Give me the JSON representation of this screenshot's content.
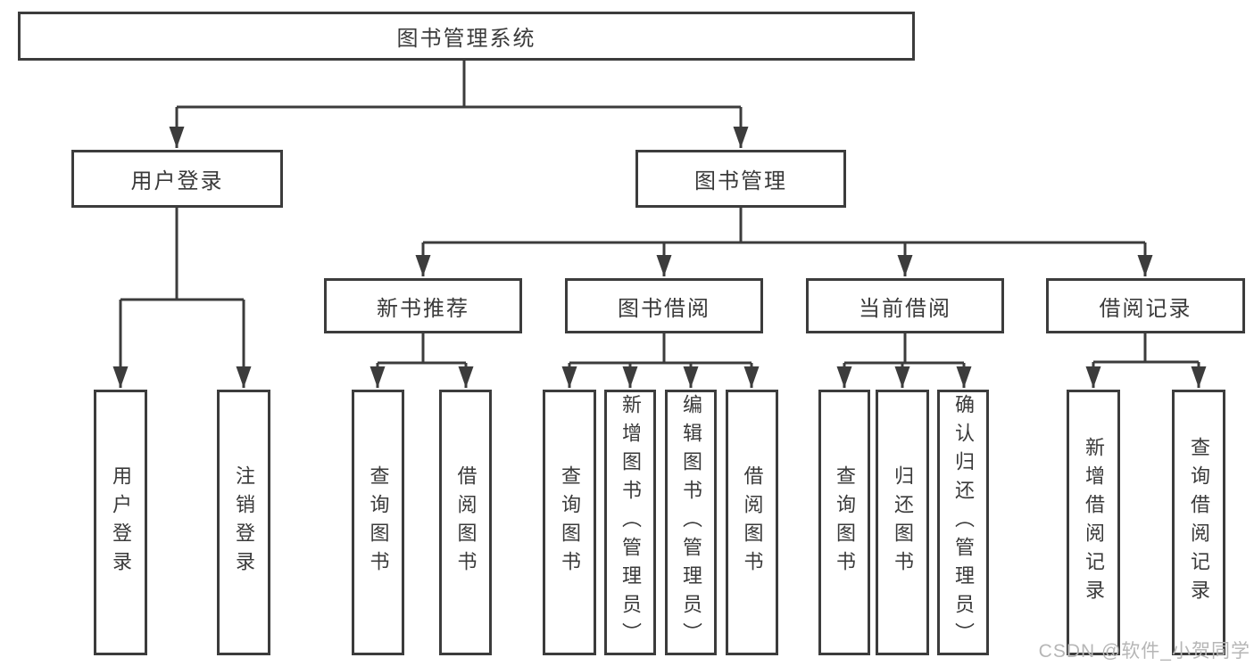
{
  "diagram": {
    "type": "tree",
    "root": {
      "label": "图书管理系统"
    },
    "login_branch": {
      "label": "用户登录",
      "children": [
        "用户登录",
        "注销登录"
      ]
    },
    "management_branch": {
      "label": "图书管理",
      "groups": [
        {
          "label": "新书推荐",
          "children": [
            "查询图书",
            "借阅图书"
          ]
        },
        {
          "label": "图书借阅",
          "children": [
            "查询图书",
            "新增图书（管理员）",
            "编辑图书（管理员）",
            "借阅图书"
          ]
        },
        {
          "label": "当前借阅",
          "children": [
            "查询图书",
            "归还图书",
            "确认归还（管理员）"
          ]
        },
        {
          "label": "借阅记录",
          "children": [
            "新增借阅记录",
            "查询借阅记录"
          ]
        }
      ]
    }
  },
  "watermark": {
    "text": "CSDN @软件_小贺同学"
  },
  "colors": {
    "line": "#3c3c3c",
    "box_border": "#3c3c3c",
    "text": "#3a3a3a",
    "background": "#ffffff",
    "watermark": "#b6b6b6"
  }
}
